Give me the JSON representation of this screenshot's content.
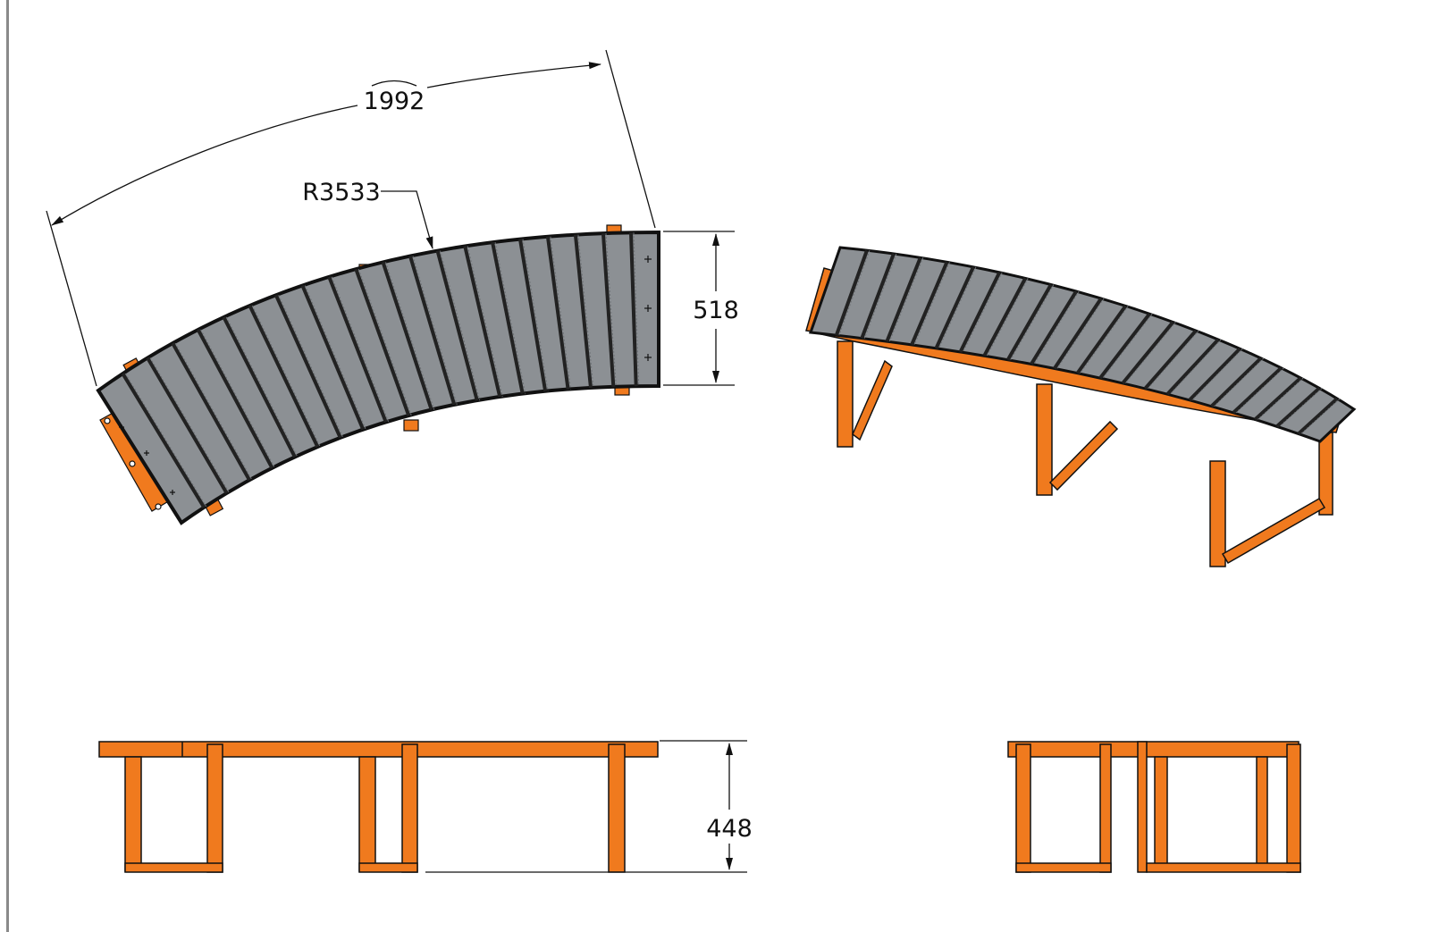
{
  "drawing": {
    "views": [
      "top-view",
      "isometric-view",
      "front-view",
      "side-view"
    ],
    "dimensions": {
      "arc_length": "1992",
      "radius": "R3533",
      "width": "518",
      "height": "448"
    },
    "colors": {
      "frame": "#f07a1e",
      "frame_dark": "#c85a0a",
      "slat": "#8c9094",
      "slat_dark": "#5e6266",
      "outline": "#111111",
      "sheet_border": "#8a8a8a"
    }
  }
}
